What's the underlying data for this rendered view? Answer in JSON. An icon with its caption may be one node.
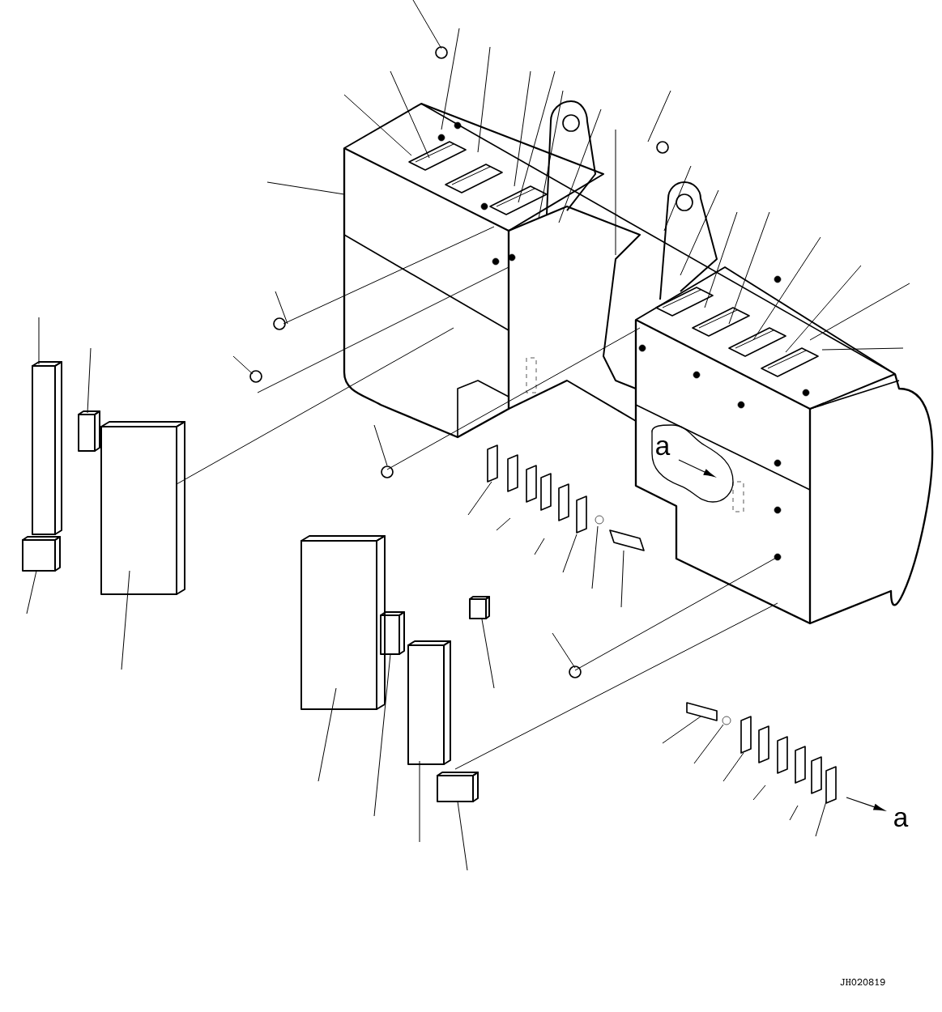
{
  "diagram": {
    "labels": [
      "a",
      "a",
      "JH020819"
    ]
  }
}
